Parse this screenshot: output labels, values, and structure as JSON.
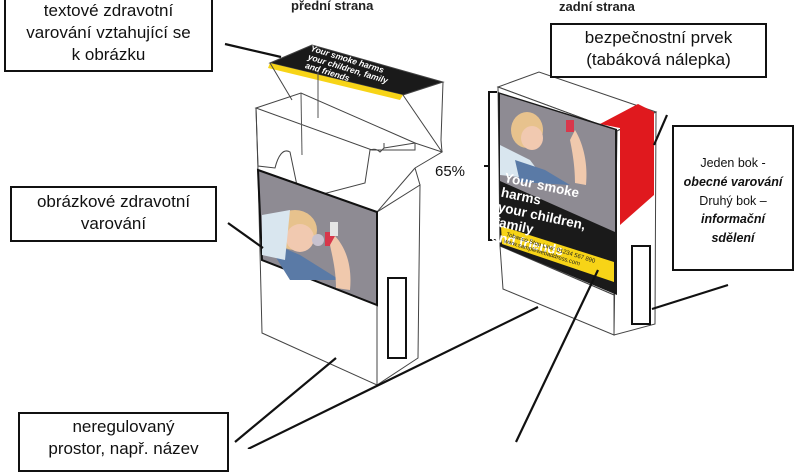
{
  "titles": {
    "front": "přední strana",
    "back": "zadní strana"
  },
  "callouts": {
    "text_warning": [
      "textové zdravotní",
      "varování vztahující se",
      "k obrázku"
    ],
    "picture_warning": [
      "obrázkové zdravotní",
      "varování"
    ],
    "security_feature": [
      "bezpečnostní prvek",
      "(tabáková nálepka)"
    ],
    "side_info": {
      "line1": "Jeden bok -",
      "line2": "obecné varování",
      "line3": "Druhý bok –",
      "line4": "informační",
      "line5": "sdělení"
    },
    "unregulated_space": [
      "neregulovaný",
      "prostor, např. název"
    ]
  },
  "coverage_label": "65%",
  "pack_warning": {
    "headline": [
      "Your smoke harms",
      "your children, family",
      "and friends"
    ],
    "quitline": "Tobacco Stop Line: 01234 567 890",
    "url": "www.samplewebaddress.com"
  },
  "colors": {
    "warning_black": "#1a1a1a",
    "warning_yellow": "#f7d417",
    "security_red": "#e0191e",
    "photo_bg": "#8e8b93"
  }
}
